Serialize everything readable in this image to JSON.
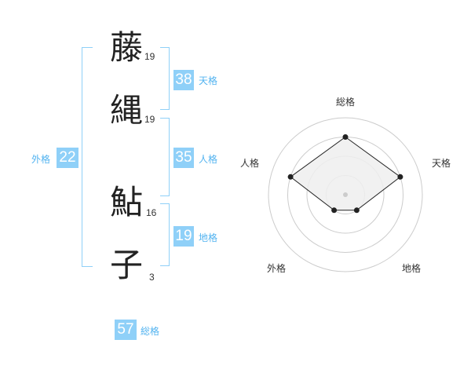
{
  "name_chars": [
    {
      "char": "藤",
      "strokes": "19"
    },
    {
      "char": "縄",
      "strokes": "19"
    },
    {
      "char": "鮎",
      "strokes": "16"
    },
    {
      "char": "子",
      "strokes": "3"
    }
  ],
  "fortune": {
    "tenkaku": {
      "value": "38",
      "label": "天格"
    },
    "jinkaku": {
      "value": "35",
      "label": "人格"
    },
    "chikaku": {
      "value": "19",
      "label": "地格"
    },
    "gaikaku": {
      "value": "22",
      "label": "外格"
    },
    "soukaku": {
      "value": "57",
      "label": "総格"
    }
  },
  "chart_data": {
    "type": "radar",
    "axes": [
      "総格",
      "天格",
      "地格",
      "外格",
      "人格"
    ],
    "values": [
      3,
      3,
      1,
      1,
      3
    ],
    "range": [
      0,
      4
    ],
    "rings": 4,
    "colors": {
      "fill": "#efefef",
      "line": "#222222",
      "ring": "#cccccc",
      "center": "#cccccc"
    }
  },
  "colors": {
    "accent": "#8fd0f8",
    "label": "#52b3f0"
  }
}
